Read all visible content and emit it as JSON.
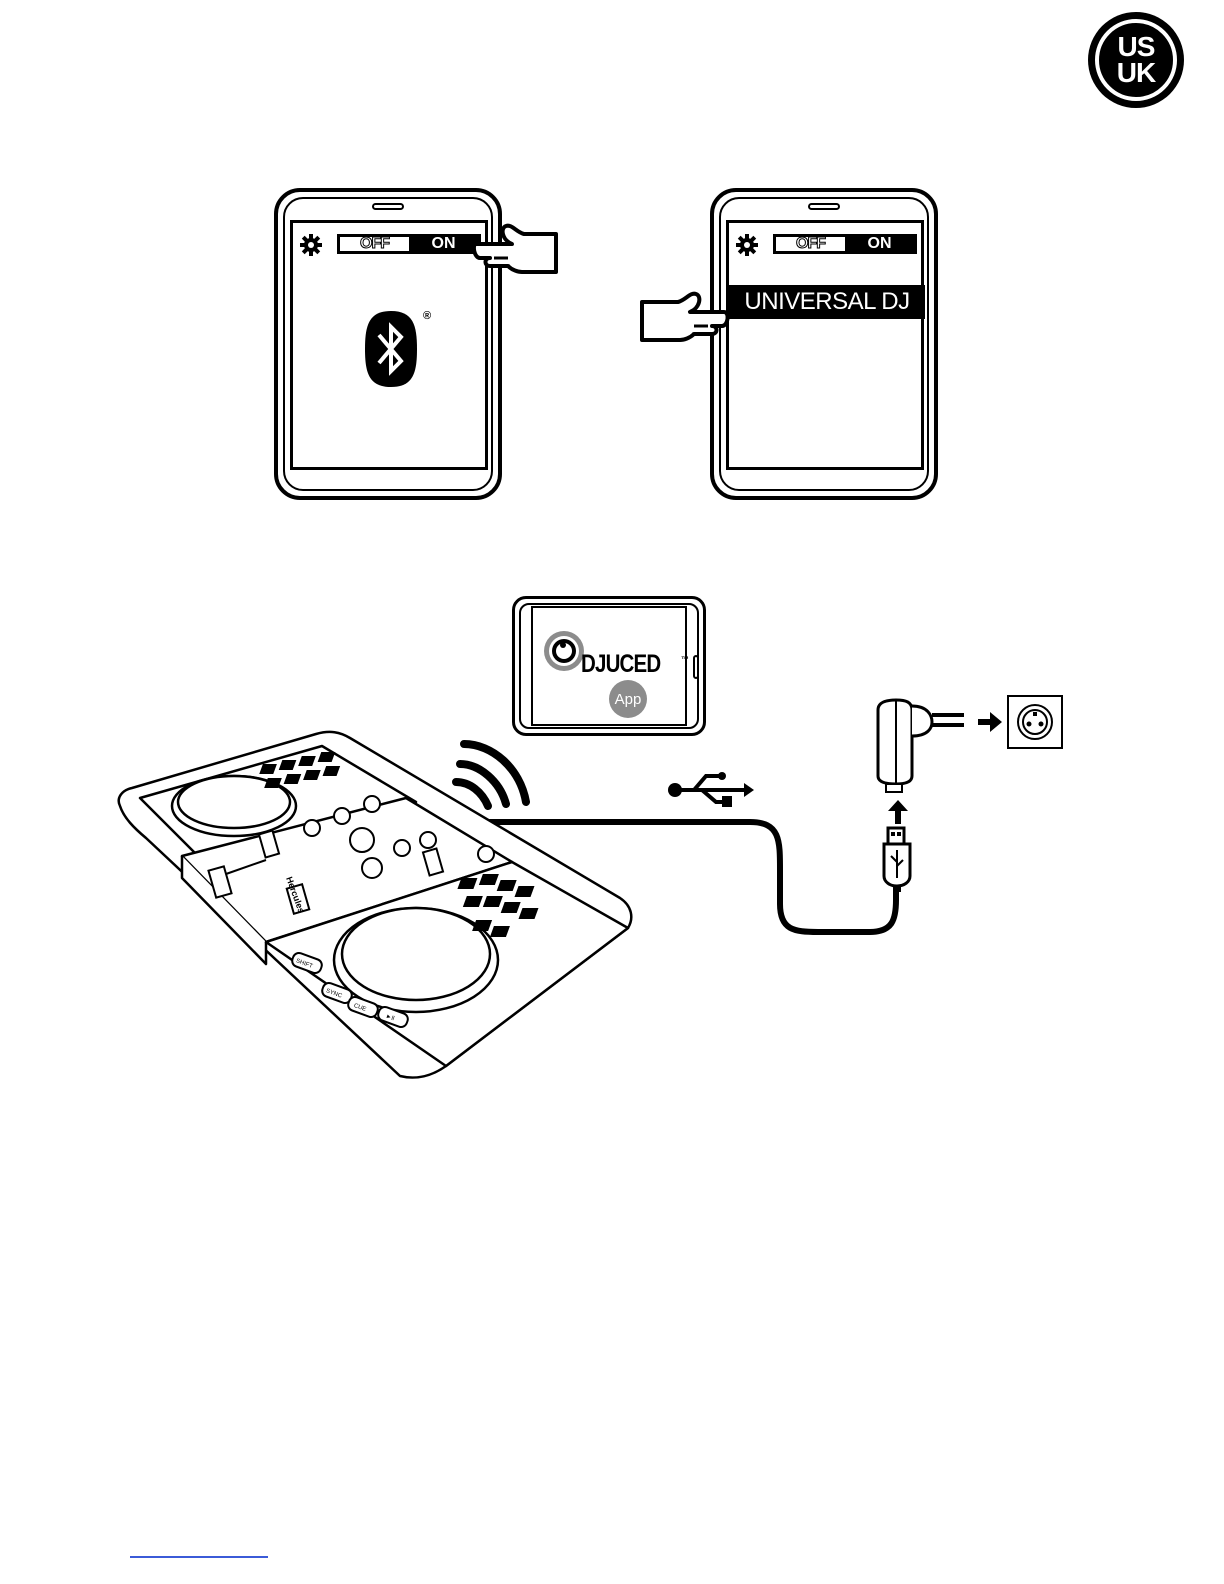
{
  "badge": {
    "line1": "US",
    "line2": "UK"
  },
  "step1_tablet": {
    "toggle": {
      "off_label": "OFF",
      "on_label": "ON"
    },
    "bluetooth_mark": "®"
  },
  "step2_tablet": {
    "toggle": {
      "off_label": "OFF",
      "on_label": "ON"
    },
    "device_name": "UNIVERSAL DJ"
  },
  "app_tablet": {
    "app_name": "DJUCED",
    "trademark": "™",
    "app_badge": "App"
  },
  "controller": {
    "brand": "Hercules",
    "buttons": [
      "SHIFT",
      "SYNC",
      "CUE",
      "►ll"
    ]
  },
  "colors": {
    "ink": "#000000",
    "link": "#3b5bd8",
    "app_badge": "#8c8c8c"
  },
  "icons": [
    "us-uk-badge-icon",
    "gear-icon",
    "hand-pointer-icon",
    "bluetooth-icon",
    "wireless-signal-icon",
    "usb-symbol-icon",
    "usb-plug-icon",
    "power-adapter-icon",
    "wall-socket-icon",
    "arrow-icon"
  ]
}
